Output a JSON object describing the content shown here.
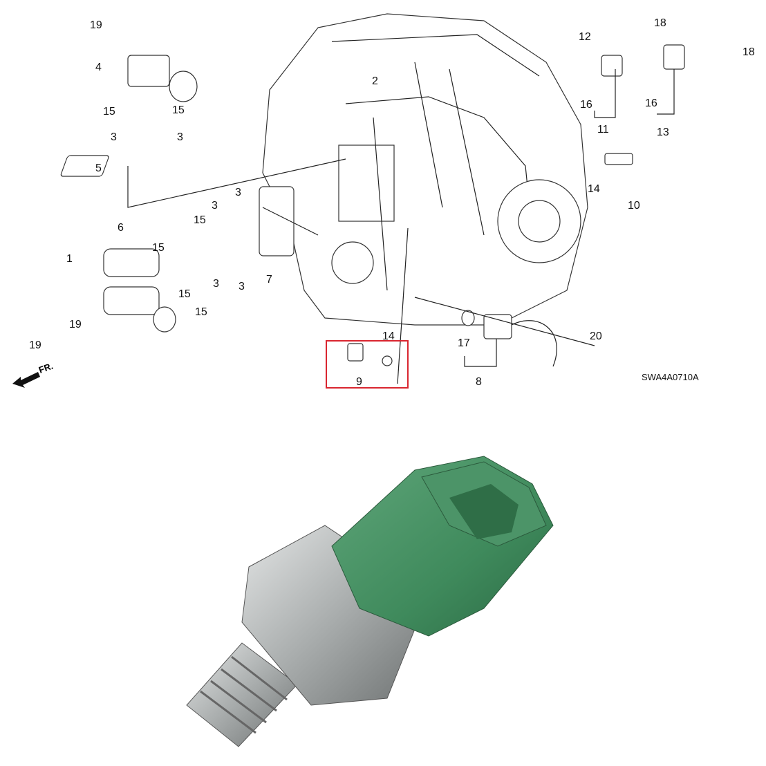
{
  "diagram": {
    "code": "SWA4A0710A",
    "front_marker": "FR.",
    "highlight_color": "#d9252f",
    "callouts": [
      "19",
      "4",
      "15",
      "15",
      "3",
      "3",
      "5",
      "2",
      "12",
      "18",
      "18",
      "16",
      "16",
      "11",
      "13",
      "14",
      "10",
      "3",
      "3",
      "15",
      "15",
      "6",
      "1",
      "7",
      "3",
      "3",
      "15",
      "15",
      "19",
      "19",
      "14",
      "9",
      "17",
      "8",
      "20"
    ]
  },
  "photo": {
    "connector_color": "#3f8a5c",
    "body_color": "#b9bcbc"
  }
}
